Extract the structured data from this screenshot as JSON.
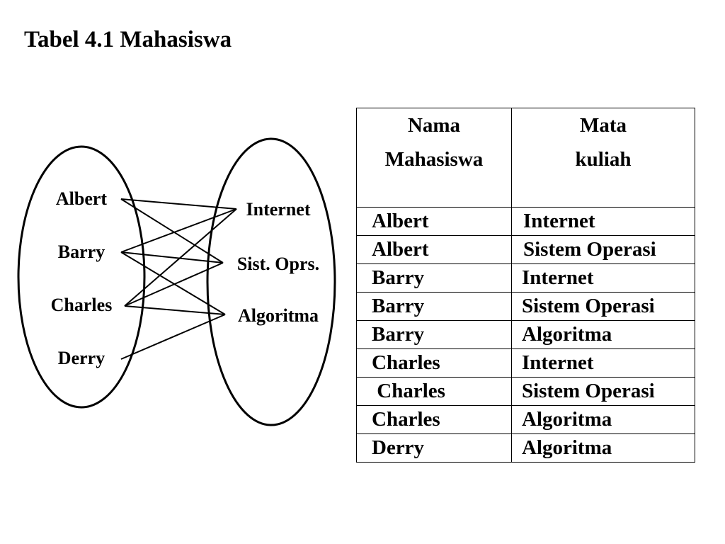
{
  "title": "Tabel 4.1 Mahasiswa",
  "diagram": {
    "domain": [
      "Albert",
      "Barry",
      "Charles",
      "Derry"
    ],
    "codomain": [
      "Internet",
      "Sist. Oprs.",
      "Algoritma"
    ],
    "mappings": [
      [
        "Albert",
        "Internet"
      ],
      [
        "Albert",
        "Sist. Oprs."
      ],
      [
        "Barry",
        "Internet"
      ],
      [
        "Barry",
        "Sist. Oprs."
      ],
      [
        "Barry",
        "Algoritma"
      ],
      [
        "Charles",
        "Internet"
      ],
      [
        "Charles",
        "Sist. Oprs."
      ],
      [
        "Charles",
        "Algoritma"
      ],
      [
        "Derry",
        "Algoritma"
      ]
    ]
  },
  "table": {
    "headers": [
      [
        "Nama",
        "Mahasiswa"
      ],
      [
        "Mata",
        "kuliah"
      ]
    ],
    "rows": [
      [
        "Albert",
        "Internet"
      ],
      [
        "Albert",
        "Sistem Operasi"
      ],
      [
        "Barry",
        "Internet"
      ],
      [
        "Barry",
        "Sistem Operasi"
      ],
      [
        "Barry",
        "Algoritma"
      ],
      [
        "Charles",
        "Internet"
      ],
      [
        " Charles",
        "Sistem Operasi"
      ],
      [
        "Charles",
        "Algoritma"
      ],
      [
        "Derry",
        "Algoritma"
      ]
    ]
  }
}
